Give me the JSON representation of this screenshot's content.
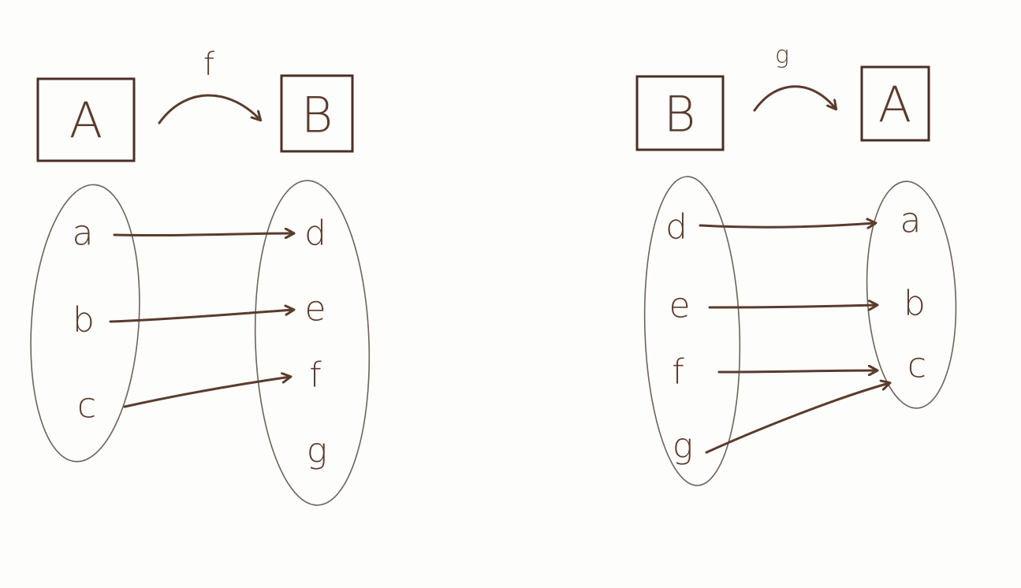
{
  "left_diagram": {
    "function_label": "f",
    "domain_label": "A",
    "codomain_label": "B",
    "domain_elements": [
      "a",
      "b",
      "c"
    ],
    "codomain_elements": [
      "d",
      "e",
      "f",
      "g"
    ],
    "mappings": [
      [
        "a",
        "d"
      ],
      [
        "b",
        "e"
      ],
      [
        "c",
        "f"
      ]
    ]
  },
  "right_diagram": {
    "function_label": "g",
    "domain_label": "B",
    "codomain_label": "A",
    "domain_elements": [
      "d",
      "e",
      "f",
      "g"
    ],
    "codomain_elements": [
      "a",
      "b",
      "c"
    ],
    "mappings": [
      [
        "d",
        "a"
      ],
      [
        "e",
        "b"
      ],
      [
        "f",
        "c"
      ],
      [
        "g",
        "c"
      ]
    ]
  },
  "colors": {
    "ink": "#5a3b2c",
    "outline": "#6e625c",
    "background": "#fdfdfb"
  }
}
